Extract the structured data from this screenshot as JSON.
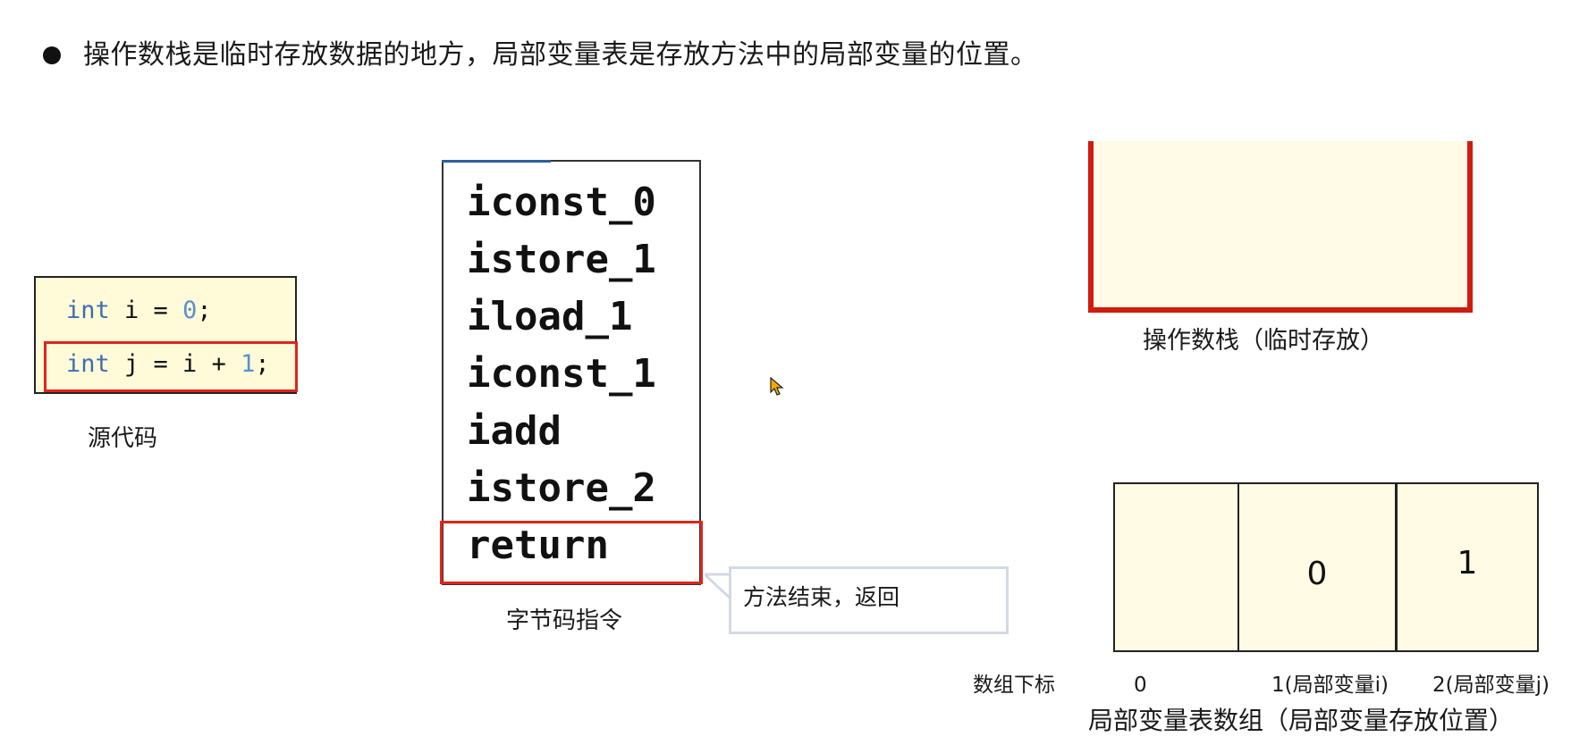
{
  "heading": {
    "bullet_icon": "filled-circle-bullet",
    "text": "操作数栈是临时存放数据的地方，局部变量表是存放方法中的局部变量的位置。"
  },
  "source_code": {
    "label": "源代码",
    "lines": [
      {
        "keyword": "int",
        "rest_before": " i = ",
        "number": "0",
        "rest_after": ";"
      },
      {
        "keyword": "int",
        "rest_before": " j = i + ",
        "number": "1",
        "rest_after": ";"
      }
    ],
    "highlighted_line_index": 1
  },
  "bytecode": {
    "label": "字节码指令",
    "instructions": [
      "iconst_0",
      "istore_1",
      "iload_1",
      "iconst_1",
      "iadd",
      "istore_2",
      "return"
    ],
    "highlighted_instruction": "return"
  },
  "callout": {
    "text": "方法结束，返回"
  },
  "operand_stack": {
    "label": "操作数栈（临时存放）",
    "values": []
  },
  "local_variable_table": {
    "label": "局部变量表数组（局部变量存放位置）",
    "index_label": "数组下标",
    "cells": [
      {
        "index_label": "0",
        "value": ""
      },
      {
        "index_label": "1(局部变量i)",
        "value": "0"
      },
      {
        "index_label": "2(局部变量j)",
        "value": "1"
      }
    ]
  },
  "colors": {
    "highlight_red": "#e0251b",
    "stack_border_red": "#d11b0f",
    "cell_fill": "#fffbe4",
    "keyword_blue": "#3d6eb3",
    "callout_border": "#d3d9e4",
    "cursor_orange": "#f5a800"
  }
}
